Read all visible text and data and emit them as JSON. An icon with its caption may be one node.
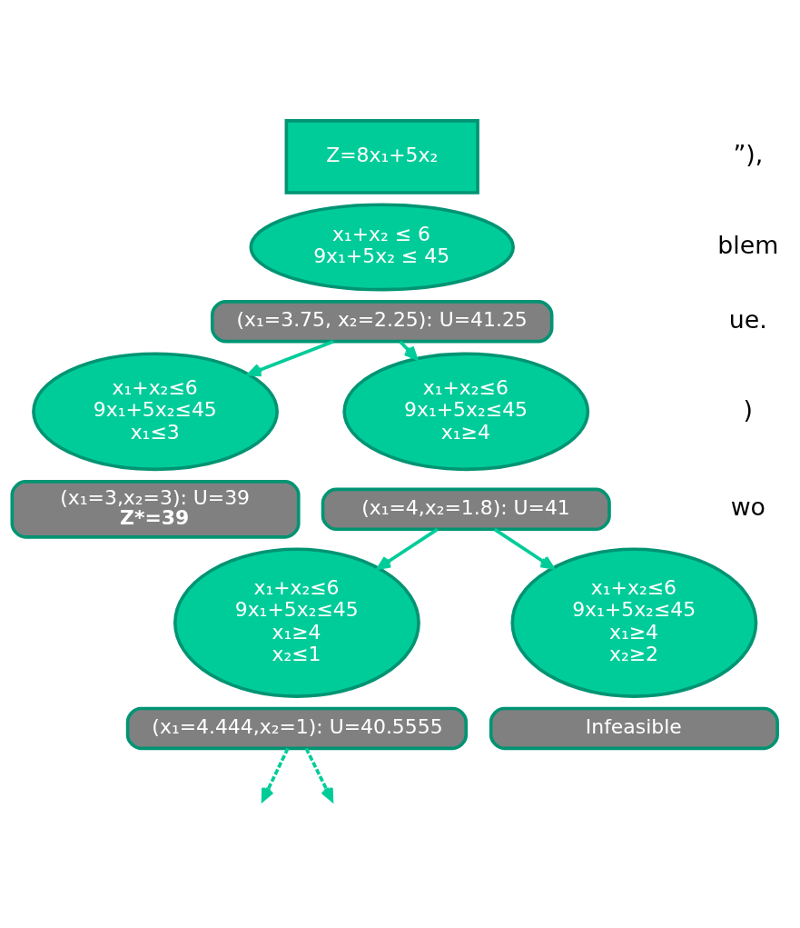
{
  "diagram": {
    "nodes": [
      {
        "text": [
          "Z=8x₁+5x₂"
        ]
      },
      {
        "text": [
          "x₁+x₂ ≤ 6",
          "9x₁+5x₂ ≤ 45"
        ]
      },
      {
        "text": [
          "(x₁=3.75, x₂=2.25): U=41.25"
        ]
      },
      {
        "text": [
          "x₁+x₂≤6",
          "9x₁+5x₂≤45",
          "x₁≤3"
        ]
      },
      {
        "text": [
          "(x₁=3,x₂=3): U=39",
          "Z*=39"
        ]
      },
      {
        "text": [
          "x₁+x₂≤6",
          "9x₁+5x₂≤45",
          "x₁≥4"
        ]
      },
      {
        "text": [
          "(x₁=4,x₂=1.8): U=41"
        ]
      },
      {
        "text": [
          "x₁+x₂≤6",
          "9x₁+5x₂≤45",
          "x₁≥4",
          "x₂≤1"
        ]
      },
      {
        "text": [
          "(x₁=4.444,x₂=1): U=40.5555"
        ]
      },
      {
        "text": [
          "x₁+x₂≤6",
          "9x₁+5x₂≤45",
          "x₁≥4",
          "x₂≥2"
        ]
      },
      {
        "text": [
          "Infeasible"
        ]
      }
    ],
    "edges": [
      {
        "from": 2,
        "to": 3,
        "arrow": "to"
      },
      {
        "from": 2,
        "to": 5,
        "arrow": "to"
      },
      {
        "from": 6,
        "to": 7,
        "arrow": "to"
      },
      {
        "from": 6,
        "to": 9,
        "arrow": "to"
      },
      {
        "from": 8,
        "to": null,
        "arrow": "to",
        "style": "dashed"
      },
      {
        "from": 8,
        "to": null,
        "arrow": "to",
        "style": "dashed"
      }
    ],
    "labels": [
      "”),",
      "blem",
      "ue.",
      ")",
      "wo"
    ]
  }
}
